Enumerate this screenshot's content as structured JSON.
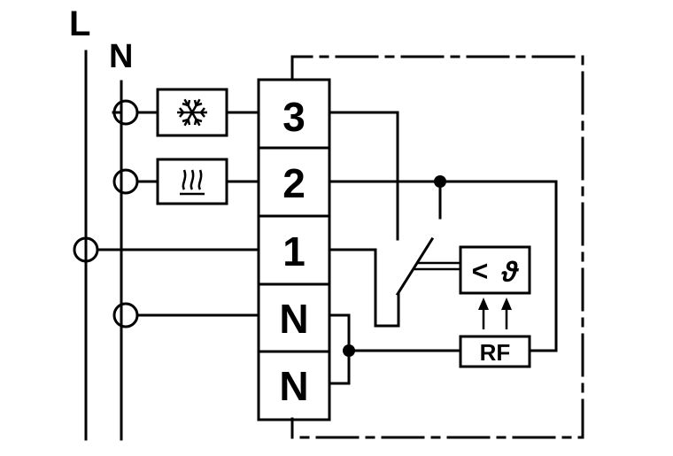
{
  "supply": {
    "line_label": "L",
    "neutral_label": "N"
  },
  "terminals": [
    {
      "id": "t3",
      "label": "3"
    },
    {
      "id": "t2",
      "label": "2"
    },
    {
      "id": "t1",
      "label": "1"
    },
    {
      "id": "tn1",
      "label": "N"
    },
    {
      "id": "tn2",
      "label": "N"
    }
  ],
  "loads": [
    {
      "id": "cooling",
      "icon": "snowflake-icon"
    },
    {
      "id": "heating",
      "icon": "heating-icon"
    }
  ],
  "controller": {
    "rf_label": "RF",
    "sensor_compare_symbol": "<",
    "sensor_temp_symbol": "ϑ"
  },
  "colors": {
    "ink": "#000000",
    "background": "#ffffff"
  }
}
